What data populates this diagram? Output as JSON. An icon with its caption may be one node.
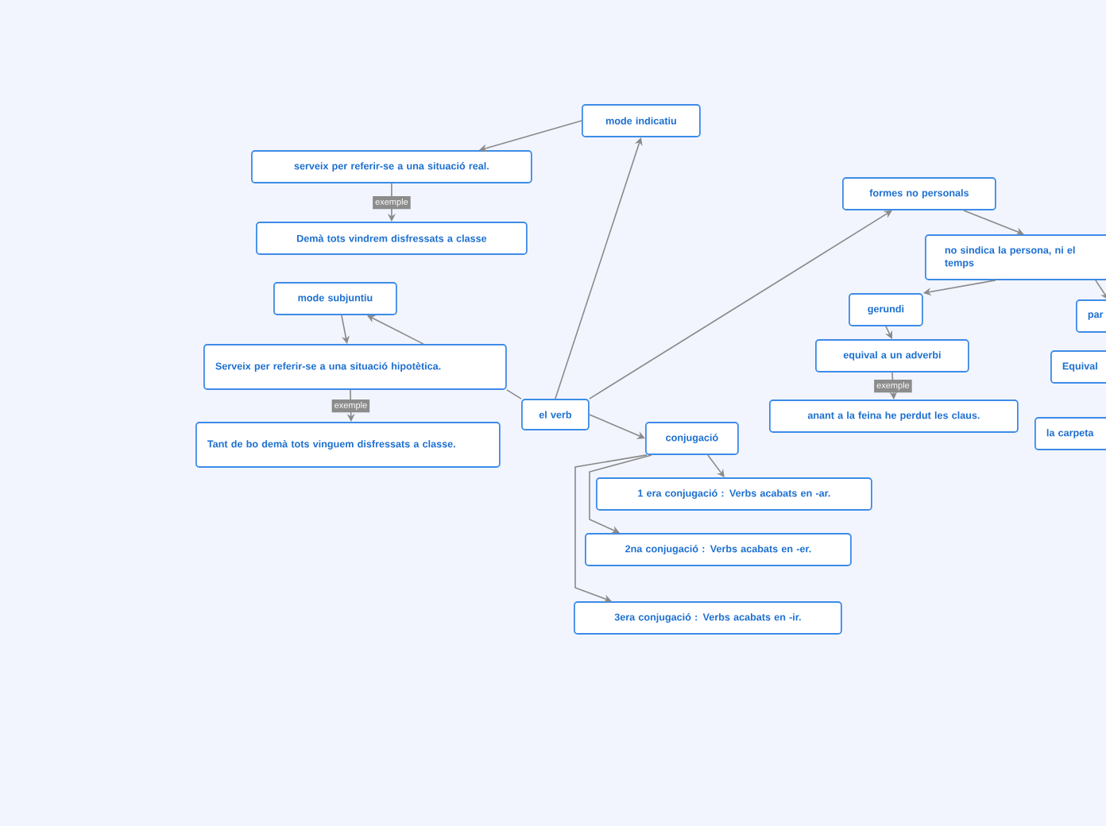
{
  "diagram": {
    "nodes": [
      {
        "text": [
          "el verb"
        ]
      },
      {
        "text": [
          "mode indicatiu"
        ]
      },
      {
        "text": [
          "serveix per referir-se a una situació real."
        ]
      },
      {
        "text": [
          "Demà tots vindrem disfressats a classe"
        ]
      },
      {
        "text": [
          "mode subjuntiu"
        ]
      },
      {
        "text": [
          "Serveix per referir-se a una situació hipotètica."
        ]
      },
      {
        "text": [
          "Tant de bo demà tots vinguem disfressats a classe."
        ]
      },
      {
        "text": [
          "conjugació"
        ]
      },
      {
        "text": [
          "1 era conjugació : Verbs acabats en -ar."
        ]
      },
      {
        "text": [
          "2na conjugació : Verbs acabats en -er."
        ]
      },
      {
        "text": [
          "3era conjugació : Verbs acabats en -ir."
        ]
      },
      {
        "text": [
          "formes no personals"
        ]
      },
      {
        "text": [
          "no sindica la persona, ni el temps"
        ]
      },
      {
        "text": [
          "gerundi"
        ]
      },
      {
        "text": [
          "equival a un adverbi"
        ]
      },
      {
        "text": [
          "anant a la feina he perdut les claus."
        ]
      },
      {
        "text": [
          "par"
        ]
      },
      {
        "text": [
          "Equival"
        ]
      },
      {
        "text": [
          "la carpeta"
        ]
      }
    ],
    "edges": [
      {
        "from": 0,
        "to": 1,
        "arrow": "to"
      },
      {
        "from": 1,
        "to": 2,
        "arrow": "to"
      },
      {
        "from": 2,
        "to": 3,
        "arrow": "to",
        "label": "exemple"
      },
      {
        "from": 0,
        "to": 5,
        "arrow": "none"
      },
      {
        "from": 5,
        "to": 4,
        "arrow": "to"
      },
      {
        "from": 4,
        "to": 5,
        "arrow": "to"
      },
      {
        "from": 5,
        "to": 6,
        "arrow": "to",
        "label": "exemple"
      },
      {
        "from": 0,
        "to": 7,
        "arrow": "to"
      },
      {
        "from": 7,
        "to": 8,
        "arrow": "to"
      },
      {
        "from": 7,
        "to": 9,
        "arrow": "to"
      },
      {
        "from": 7,
        "to": 10,
        "arrow": "to"
      },
      {
        "from": 0,
        "to": 11,
        "arrow": "to"
      },
      {
        "from": 11,
        "to": 12,
        "arrow": "to"
      },
      {
        "from": 12,
        "to": 13,
        "arrow": "to"
      },
      {
        "from": 13,
        "to": 14,
        "arrow": "to"
      },
      {
        "from": 14,
        "to": 15,
        "arrow": "to",
        "label": "exemple"
      },
      {
        "from": 12,
        "to": 16,
        "arrow": "to"
      }
    ]
  }
}
